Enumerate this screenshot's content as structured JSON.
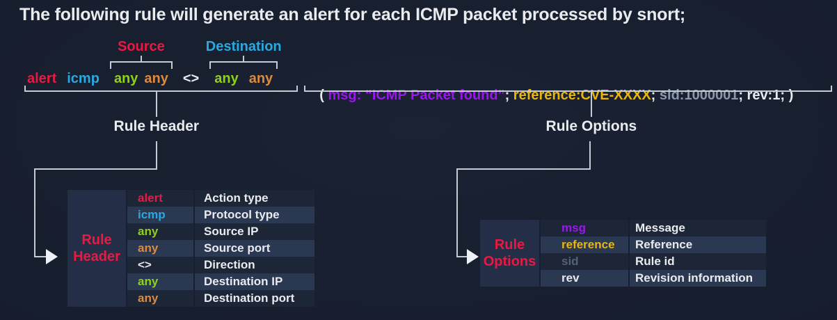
{
  "palette": {
    "red": "#ea1942",
    "blue": "#2aa9e0",
    "green": "#8ed313",
    "orange": "#dd8a3d",
    "white": "#e8ebf0",
    "purple": "#9a18ea",
    "yellow": "#e9b50e",
    "slate": "#8b97ac",
    "title": "#e9ebee",
    "line": "#c6ccd4",
    "arrow": "#eef1f5",
    "cell": "#242f47",
    "row-dark": "#1d2637",
    "row-light": "#2a3852",
    "bg": "#171e2e"
  },
  "title": "The following rule will generate an alert for each ICMP packet processed by snort;",
  "rule": {
    "source_label": "Source",
    "destination_label": "Destination",
    "tokens": {
      "action": "alert",
      "protocol": "icmp",
      "src_ip": "any",
      "src_port": "any",
      "direction": "<>",
      "dst_ip": "any",
      "dst_port": "any",
      "paren_open": "( ",
      "msg": "msg: “ICMP Packet found”",
      "sep1": "; ",
      "reference": "reference:CVE-XXXX",
      "sep2": "; ",
      "sid": "sid:1000001",
      "sep3": "; ",
      "rev": "rev:1; ",
      "paren_close": ")"
    }
  },
  "labels": {
    "rule_header": "Rule Header",
    "rule_options": "Rule Options"
  },
  "header_table": {
    "title": "Rule Header",
    "rows": [
      {
        "value": "alert",
        "color": "#ea1942",
        "desc": "Action type"
      },
      {
        "value": "icmp",
        "color": "#2aa9e0",
        "desc": "Protocol type"
      },
      {
        "value": "any",
        "color": "#8ed313",
        "desc": "Source IP"
      },
      {
        "value": "any",
        "color": "#dd8a3d",
        "desc": "Source port"
      },
      {
        "value": "<>",
        "color": "#dfe3e9",
        "desc": "Direction"
      },
      {
        "value": "any",
        "color": "#8ed313",
        "desc": "Destination IP"
      },
      {
        "value": "any",
        "color": "#dd8a3d",
        "desc": "Destination port"
      }
    ]
  },
  "options_table": {
    "title": "Rule Options",
    "rows": [
      {
        "value": "msg",
        "color": "#9a18ea",
        "desc": "Message"
      },
      {
        "value": "reference",
        "color": "#e9b50e",
        "desc": "Reference"
      },
      {
        "value": "sid",
        "color": "#566175",
        "desc": "Rule id"
      },
      {
        "value": "rev",
        "color": "#e6e9ee",
        "desc": "Revision information"
      }
    ]
  }
}
